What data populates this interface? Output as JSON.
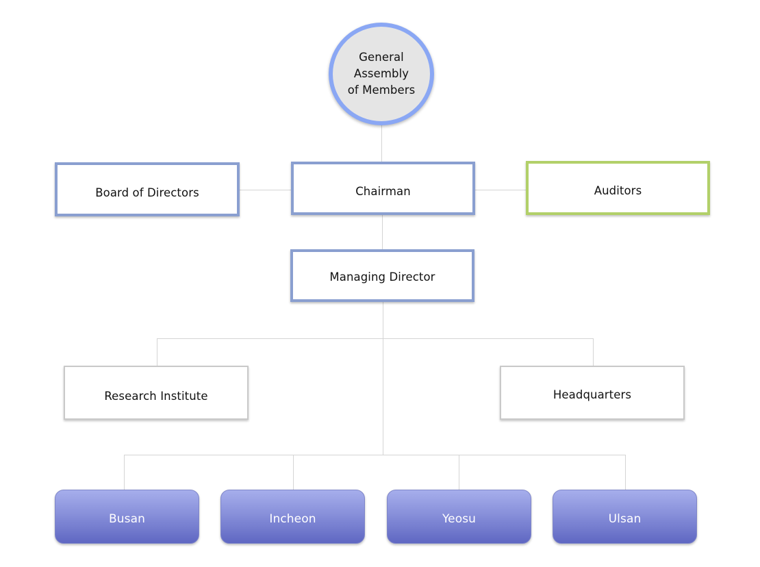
{
  "assembly": {
    "line1": "General",
    "line2": "Assembly",
    "line3": "of Members"
  },
  "board": "Board of Directors",
  "chairman": "Chairman",
  "auditors": "Auditors",
  "managing_director": "Managing Director",
  "research_institute": "Research Institute",
  "headquarters": "Headquarters",
  "branches": [
    {
      "label": "Busan"
    },
    {
      "label": "Incheon"
    },
    {
      "label": "Yeosu"
    },
    {
      "label": "Ulsan"
    }
  ]
}
